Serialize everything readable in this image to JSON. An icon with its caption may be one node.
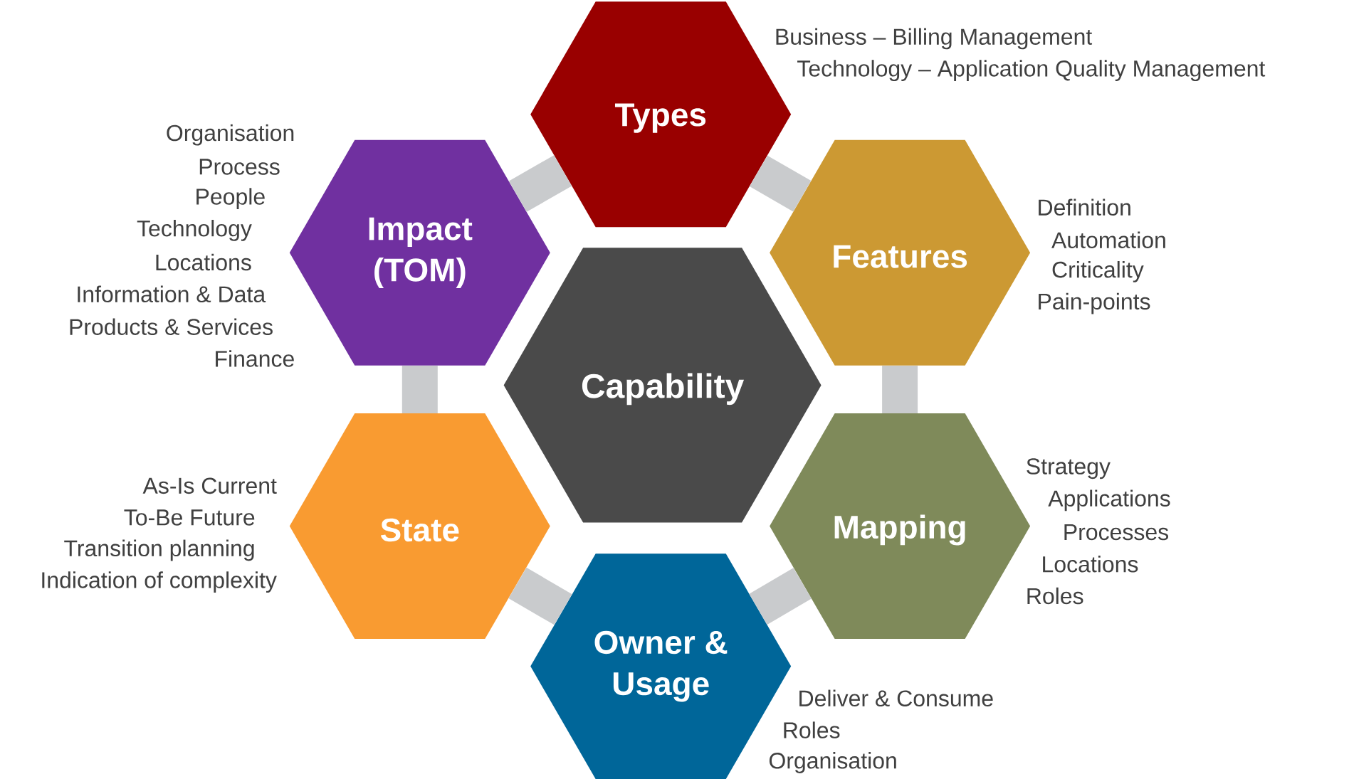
{
  "diagram": {
    "nodes": [
      {
        "text": [
          "Types"
        ],
        "beside": [
          "Business – Billing Management",
          "Technology – Application Quality Management"
        ]
      },
      {
        "text": [
          "Impact (TOM)"
        ],
        "beside": [
          "Organisation",
          "Process",
          "People",
          "Technology",
          "Locations",
          "Information & Data",
          "Products & Services",
          "Finance"
        ]
      },
      {
        "text": [
          "Features"
        ],
        "beside": [
          "Definition",
          "Automation",
          "Criticality",
          "Pain-points"
        ]
      },
      {
        "text": [
          "Capability"
        ]
      },
      {
        "text": [
          "State"
        ],
        "beside": [
          "As-Is Current",
          "To-Be Future",
          "Transition planning",
          "Indication of complexity"
        ]
      },
      {
        "text": [
          "Mapping"
        ],
        "beside": [
          "Strategy",
          "Applications",
          "Processes",
          "Locations",
          "Roles"
        ]
      },
      {
        "text": [
          "Owner & Usage"
        ],
        "beside": [
          "Deliver & Consume",
          "Roles",
          "Organisation"
        ]
      }
    ],
    "edges": [
      {
        "from": 0,
        "to": 2,
        "arrow": "none"
      },
      {
        "from": 2,
        "to": 5,
        "arrow": "none"
      },
      {
        "from": 5,
        "to": 6,
        "arrow": "none"
      },
      {
        "from": 6,
        "to": 4,
        "arrow": "none"
      },
      {
        "from": 4,
        "to": 1,
        "arrow": "none"
      },
      {
        "from": 1,
        "to": 0,
        "arrow": "none"
      }
    ]
  }
}
